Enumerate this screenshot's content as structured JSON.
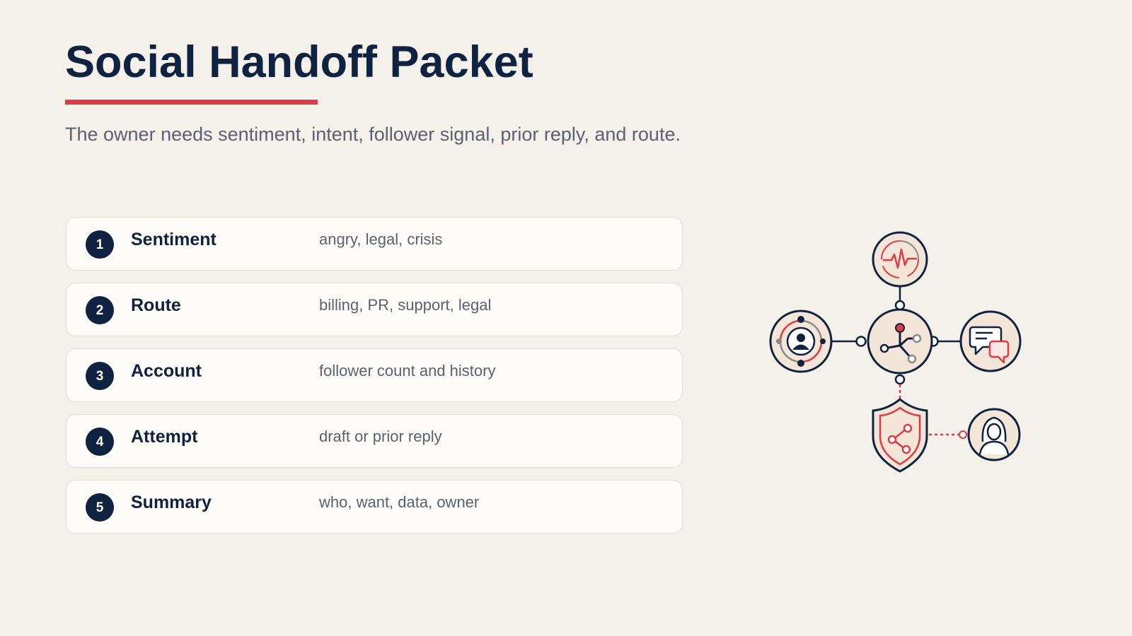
{
  "header": {
    "title": "Social Handoff Packet",
    "subtitle": "The owner needs sentiment, intent, follower signal, prior reply, and route."
  },
  "items": [
    {
      "number": "1",
      "label": "Sentiment",
      "description": "angry, legal, crisis"
    },
    {
      "number": "2",
      "label": "Route",
      "description": "billing, PR, support, legal"
    },
    {
      "number": "3",
      "label": "Account",
      "description": "follower count and history"
    },
    {
      "number": "4",
      "label": "Attempt",
      "description": "draft or prior reply"
    },
    {
      "number": "5",
      "label": "Summary",
      "description": "who, want, data, owner"
    }
  ],
  "diagram": {
    "nodes": [
      "pulse-icon",
      "routing-hub-icon",
      "user-profile-icon",
      "chat-bubbles-icon",
      "shield-share-icon",
      "agent-avatar-icon"
    ]
  },
  "colors": {
    "navy": "#0f2340",
    "accent": "#de3c45",
    "muted": "#5a6170",
    "background": "#f4f0ea",
    "card": "#fdfcf8"
  }
}
